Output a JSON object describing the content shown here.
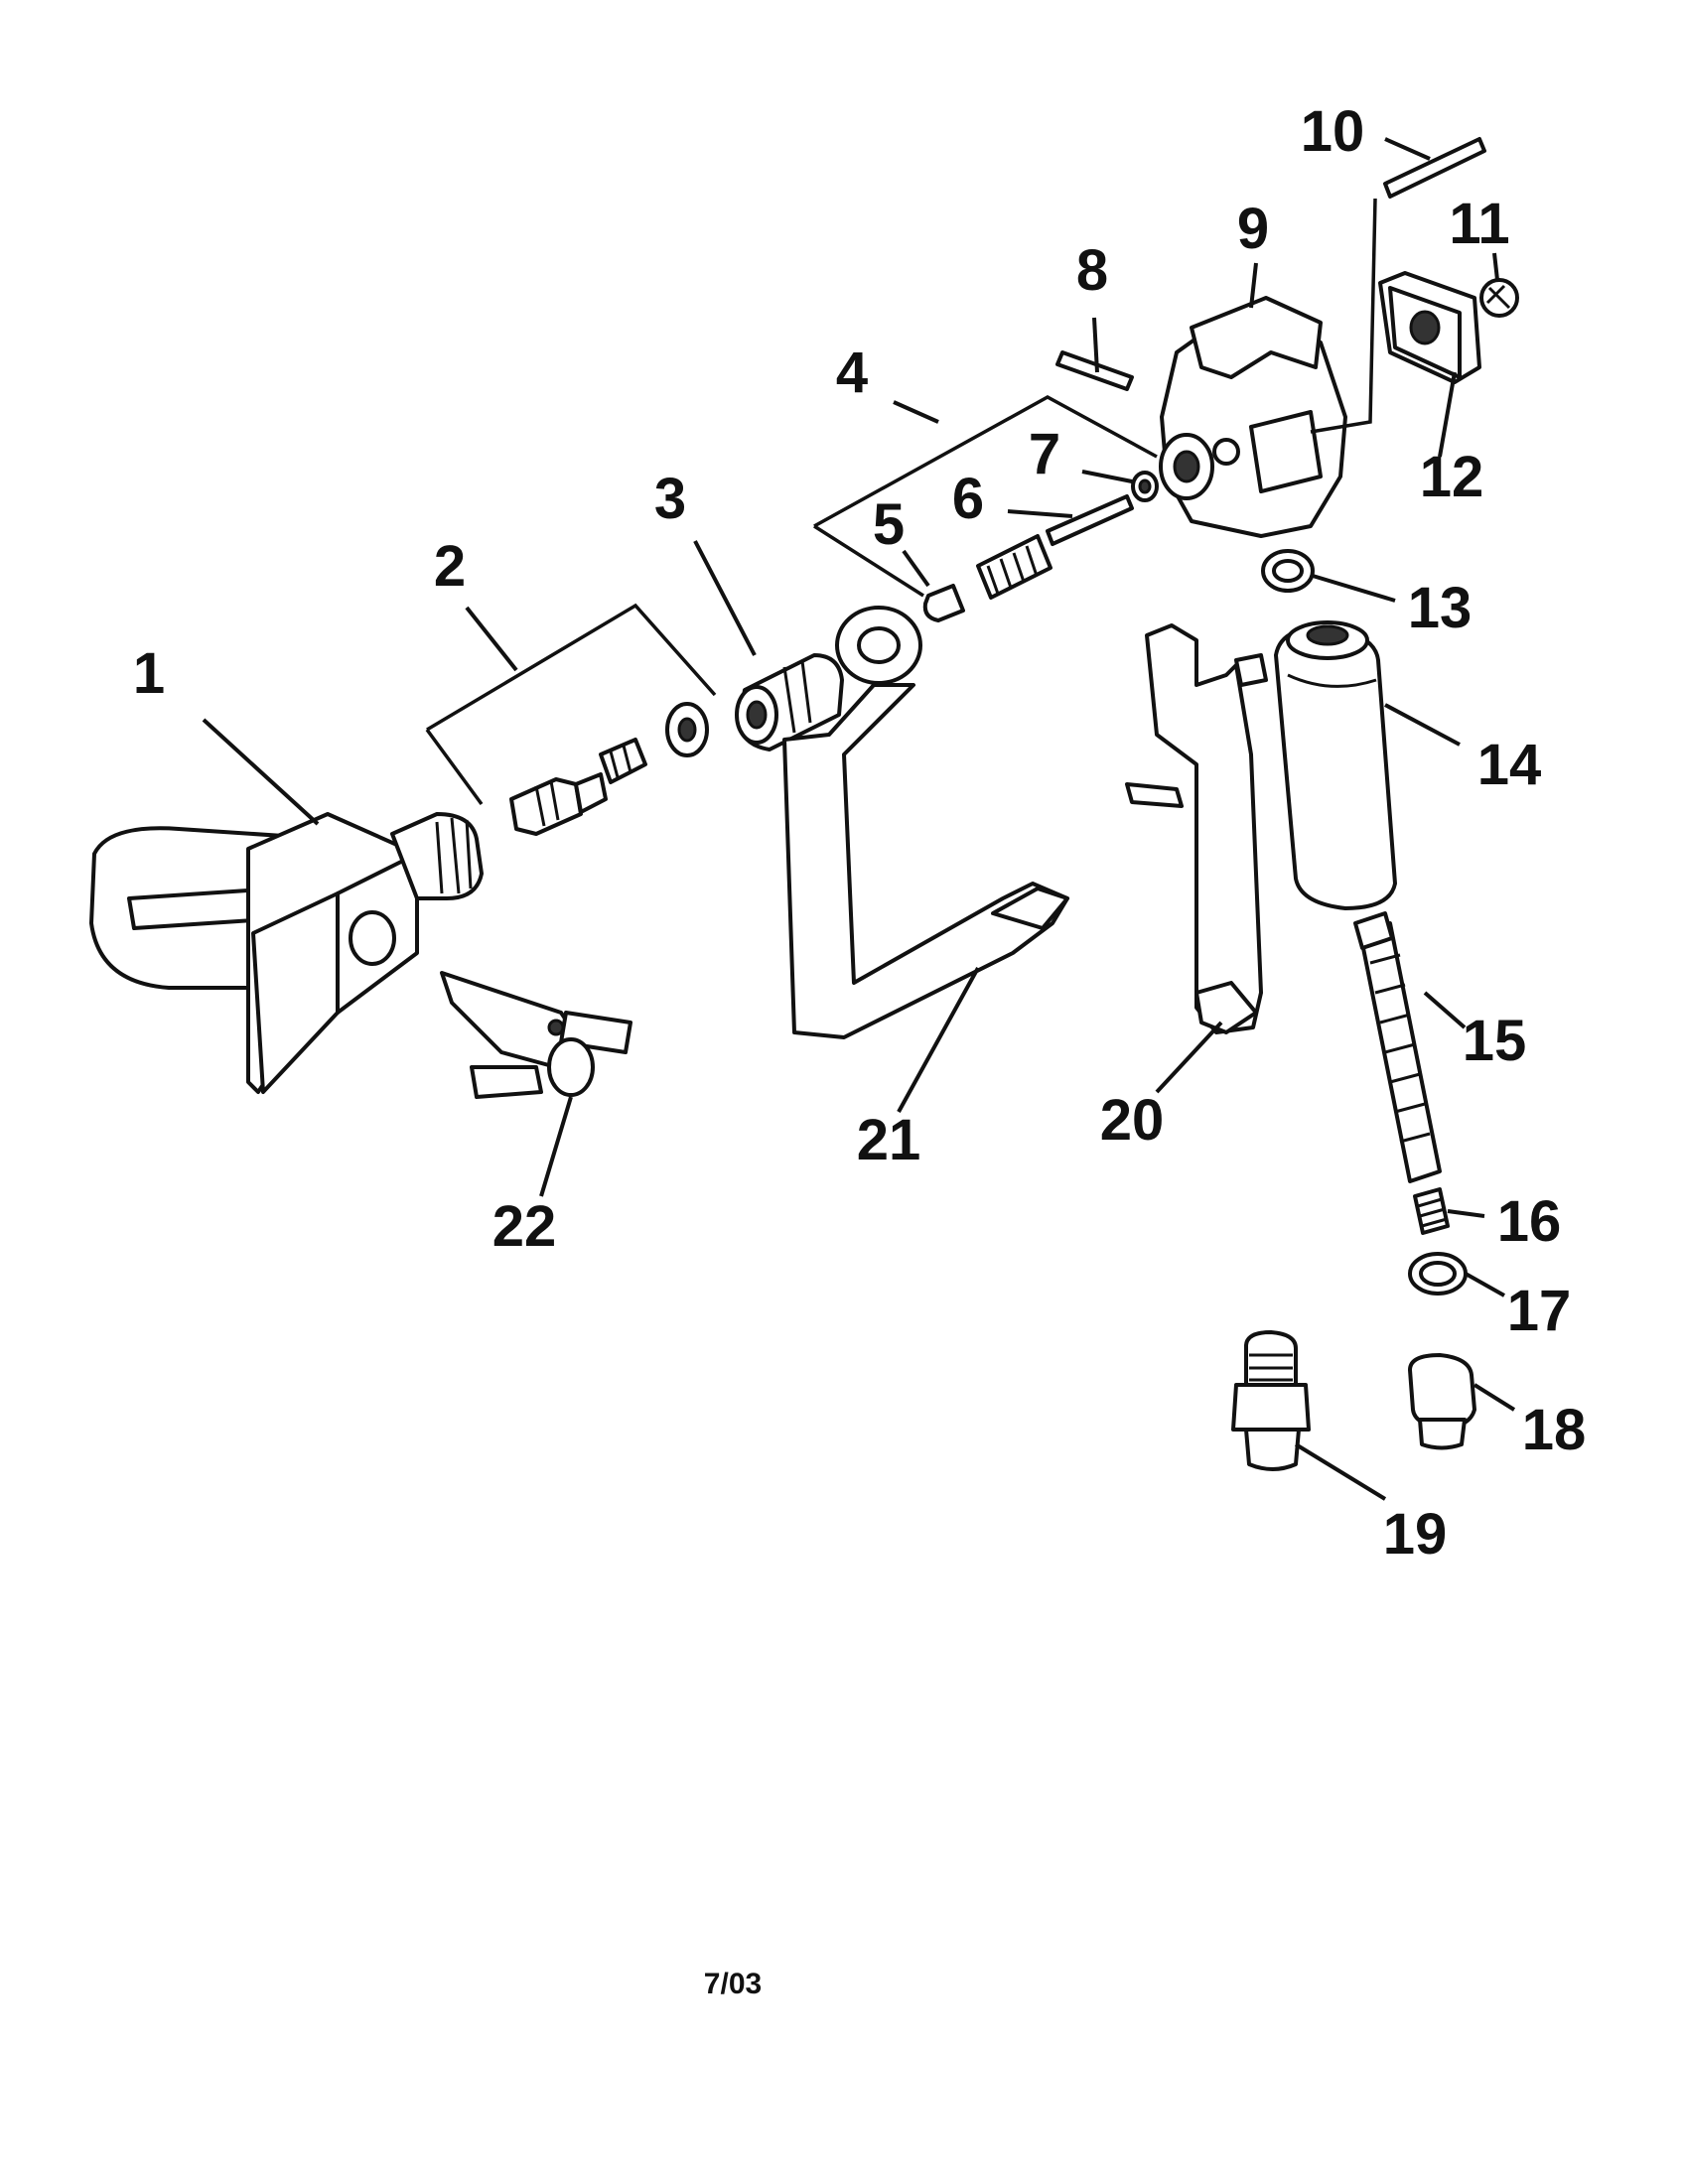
{
  "diagram": {
    "callouts": [
      {
        "id": "1",
        "label": "1"
      },
      {
        "id": "2",
        "label": "2"
      },
      {
        "id": "3",
        "label": "3"
      },
      {
        "id": "4",
        "label": "4"
      },
      {
        "id": "5",
        "label": "5"
      },
      {
        "id": "6",
        "label": "6"
      },
      {
        "id": "7",
        "label": "7"
      },
      {
        "id": "8",
        "label": "8"
      },
      {
        "id": "9",
        "label": "9"
      },
      {
        "id": "10",
        "label": "10"
      },
      {
        "id": "11",
        "label": "11"
      },
      {
        "id": "12",
        "label": "12"
      },
      {
        "id": "13",
        "label": "13"
      },
      {
        "id": "14",
        "label": "14"
      },
      {
        "id": "15",
        "label": "15"
      },
      {
        "id": "16",
        "label": "16"
      },
      {
        "id": "17",
        "label": "17"
      },
      {
        "id": "18",
        "label": "18"
      },
      {
        "id": "19",
        "label": "19"
      },
      {
        "id": "20",
        "label": "20"
      },
      {
        "id": "21",
        "label": "21"
      },
      {
        "id": "22",
        "label": "22"
      }
    ]
  },
  "footer": {
    "date": "7/03"
  }
}
